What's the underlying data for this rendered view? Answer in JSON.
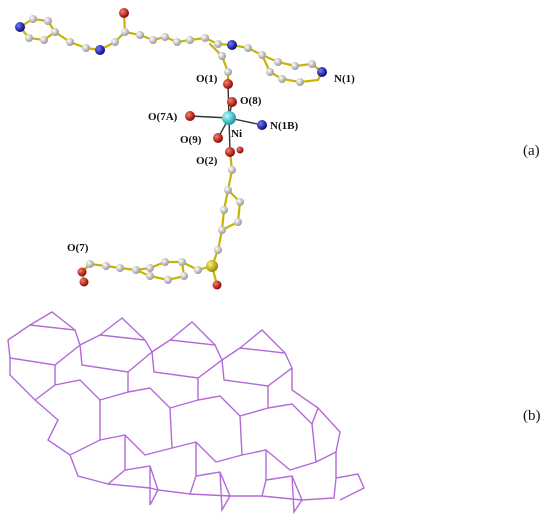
{
  "panels": [
    {
      "id": "a",
      "panel_label": "(a)",
      "atom_labels": [
        "N(1)",
        "O(1)",
        "O(8)",
        "O(7A)",
        "Ni",
        "N(1B)",
        "O(9)",
        "O(2)",
        "O(7)"
      ]
    },
    {
      "id": "b",
      "panel_label": "(b)"
    }
  ],
  "colors": {
    "carbon": "#c9c9c9",
    "nitrogen": "#1515b0",
    "oxygen": "#c41818",
    "nickel": "#33c7cf",
    "sulfur": "#d8c21a",
    "bond": "#c8b400",
    "network": "#b36ad9"
  }
}
